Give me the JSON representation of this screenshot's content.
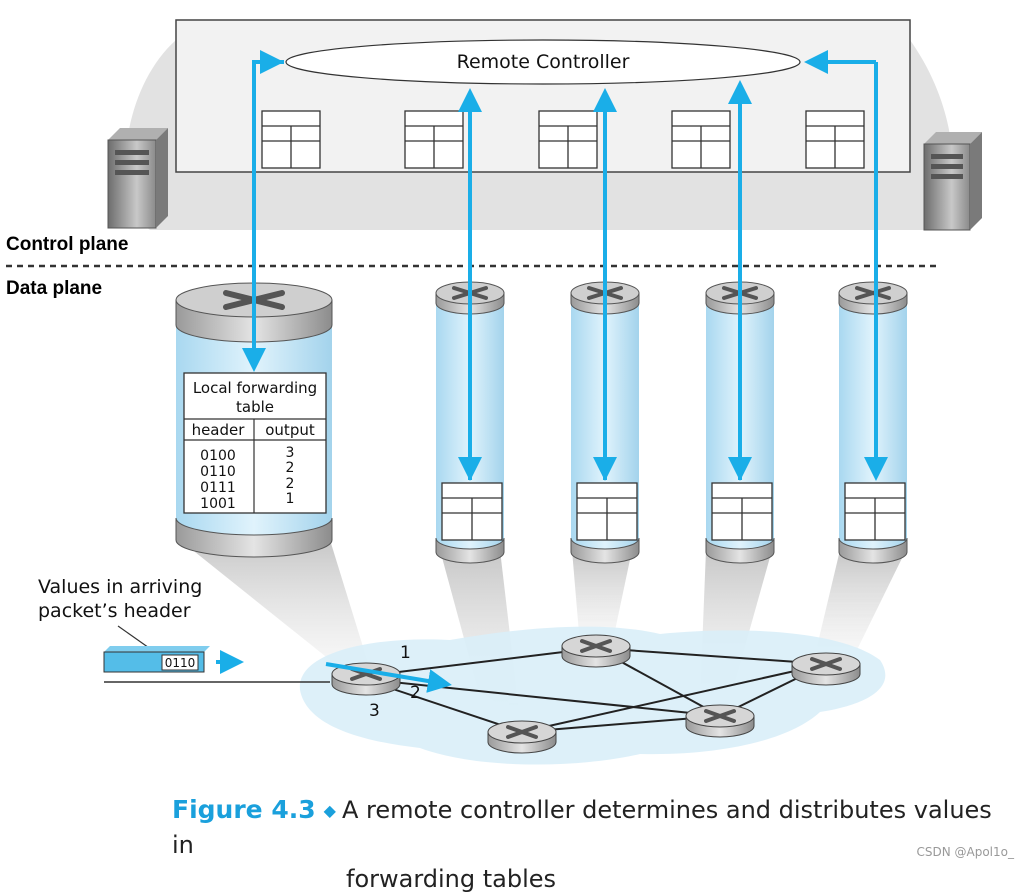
{
  "controller": {
    "label": "Remote Controller"
  },
  "planes": {
    "control": "Control plane",
    "data": "Data plane"
  },
  "forwarding_table": {
    "title_line1": "Local forwarding",
    "title_line2": "table",
    "col_header": "header",
    "col_output": "output",
    "rows": [
      {
        "header": "0100",
        "output": "3"
      },
      {
        "header": "0110",
        "output": "2"
      },
      {
        "header": "0111",
        "output": "2"
      },
      {
        "header": "1001",
        "output": "1"
      }
    ]
  },
  "packet": {
    "label_line1": "Values in arriving",
    "label_line2": "packet’s header",
    "value": "0110"
  },
  "ports": [
    "1",
    "2",
    "3"
  ],
  "caption": {
    "figure": "Figure 4.3",
    "text_line1": "A remote controller determines and distributes values in",
    "text_line2": "forwarding tables"
  },
  "watermark": "CSDN @Apol1o_",
  "colors": {
    "accent": "#1aaee8",
    "caption_blue": "#1aa0dc",
    "cylinder_fill": "#cfeaf8"
  }
}
